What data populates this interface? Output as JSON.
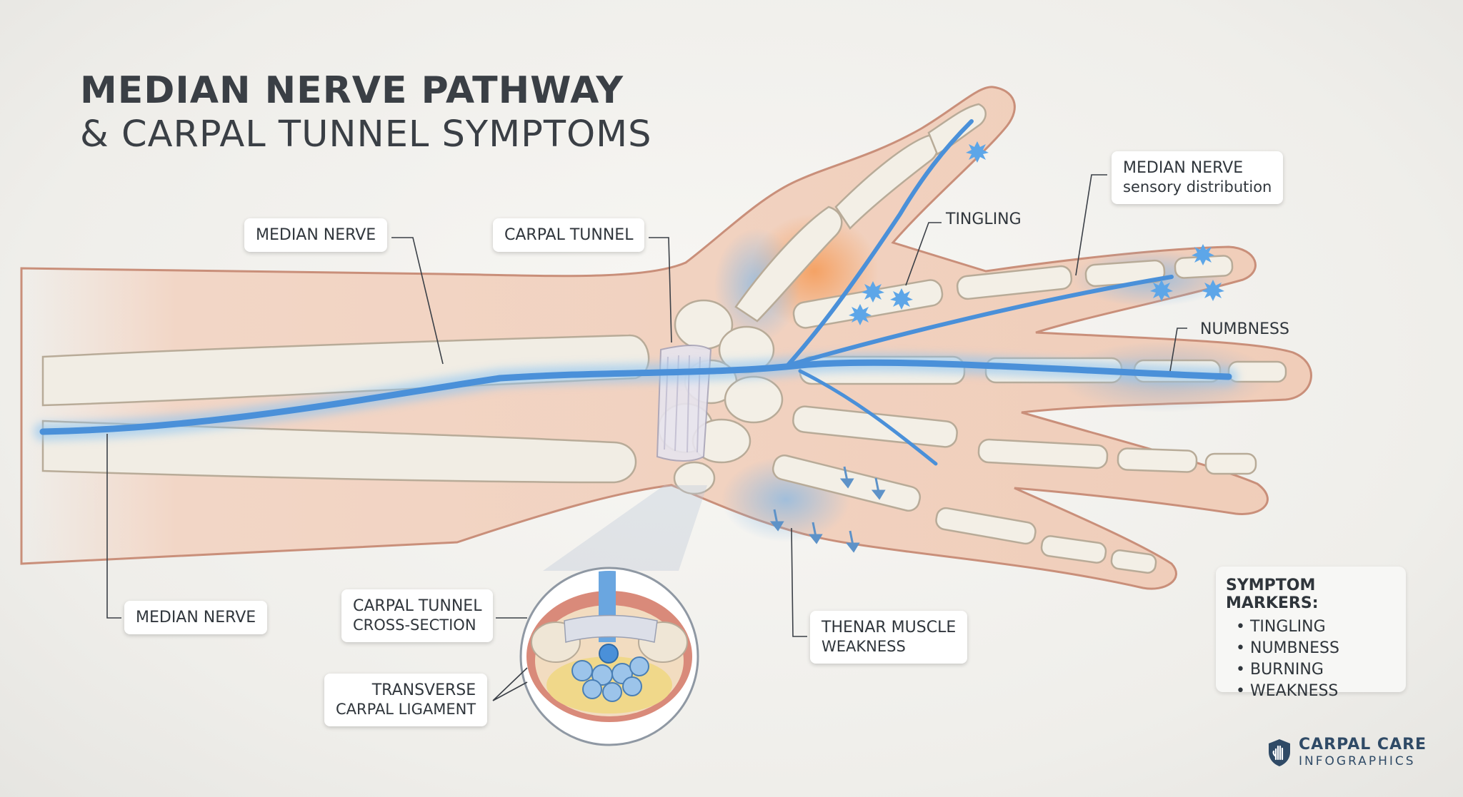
{
  "title": {
    "line1": "MEDIAN NERVE PATHWAY",
    "line2": "& CARPAL TUNNEL SYMPTOMS"
  },
  "labels": {
    "median_nerve_top": "MEDIAN NERVE",
    "carpal_tunnel": "CARPAL TUNNEL",
    "tingling": "TINGLING",
    "sensory_line1": "MEDIAN NERVE",
    "sensory_line2": "sensory distribution",
    "numbness": "NUMBNESS",
    "median_nerve_bottom": "MEDIAN NERVE",
    "cross_section_line1": "CARPAL TUNNEL",
    "cross_section_line2": "CROSS-SECTION",
    "ligament_line1": "TRANSVERSE",
    "ligament_line2": "CARPAL LIGAMENT",
    "thenar_line1": "THENAR MUSCLE",
    "thenar_line2": "WEAKNESS"
  },
  "legend": {
    "title": "SYMPTOM MARKERS:",
    "items": [
      "TINGLING",
      "NUMBNESS",
      "BURNING",
      "WEAKNESS"
    ]
  },
  "brand": {
    "name": "CARPAL CARE",
    "sub": "INFOGRAPHICS",
    "icon": "hand-shield-icon"
  },
  "colors": {
    "skin": "#f2d6c6",
    "skin_outline": "#c98f7a",
    "bone": "#f1ede4",
    "nerve": "#4a90d9",
    "nerve_glow": "#8ec5f2",
    "burning": "#f2a46a",
    "text": "#3a3f45",
    "brand": "#2f4a66"
  }
}
